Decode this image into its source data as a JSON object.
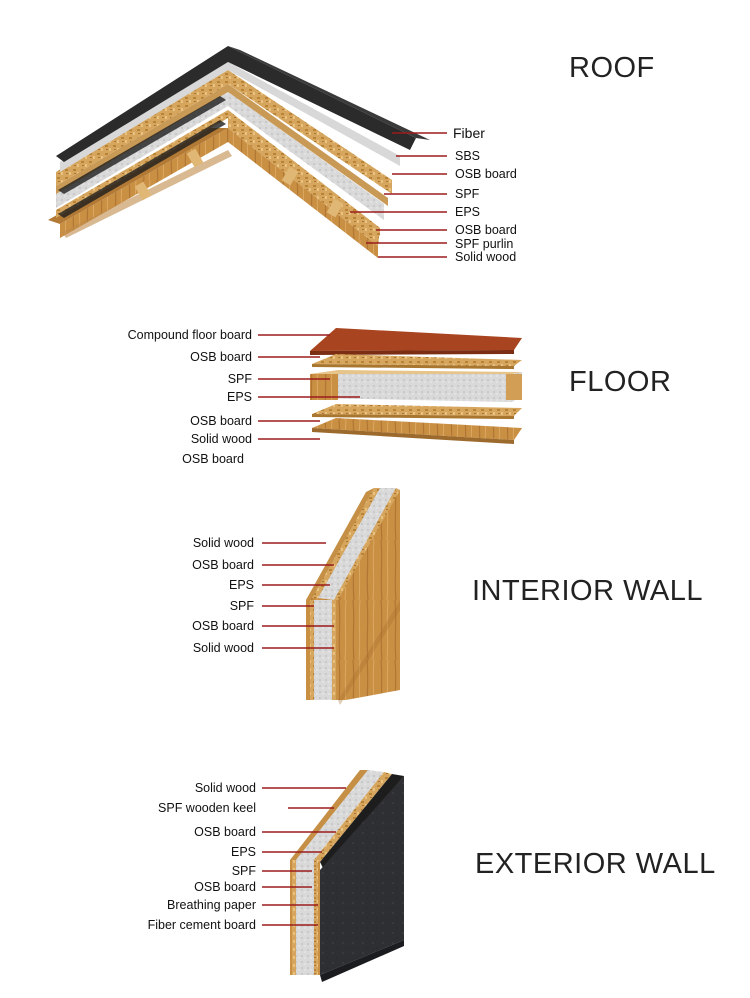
{
  "sections": {
    "roof": {
      "title": "ROOF",
      "labels": [
        "Fiber",
        "SBS",
        "OSB board",
        "SPF",
        "EPS",
        "OSB board",
        "SPF purlin",
        "Solid wood"
      ]
    },
    "floor": {
      "title": "FLOOR",
      "labels": [
        "Compound floor board",
        "OSB board",
        "SPF",
        "EPS",
        "OSB board",
        "Solid wood",
        "OSB board"
      ]
    },
    "interior_wall": {
      "title": "INTERIOR WALL",
      "labels": [
        "Solid wood",
        "OSB board",
        "EPS",
        "SPF",
        "OSB board",
        "Solid wood"
      ]
    },
    "exterior_wall": {
      "title": "EXTERIOR WALL",
      "labels": [
        "Solid wood",
        "SPF wooden keel",
        "OSB board",
        "EPS",
        "SPF",
        "OSB board",
        "Breathing paper",
        "Fiber cement board"
      ]
    }
  },
  "colors": {
    "leader": "#9b1c1c",
    "osb": "#d2a25a",
    "wood": "#c98f43",
    "eps": "#dcdcdc",
    "shingle": "#2b2b2b",
    "compound": "#a8441f",
    "cement": "#2f3033"
  }
}
